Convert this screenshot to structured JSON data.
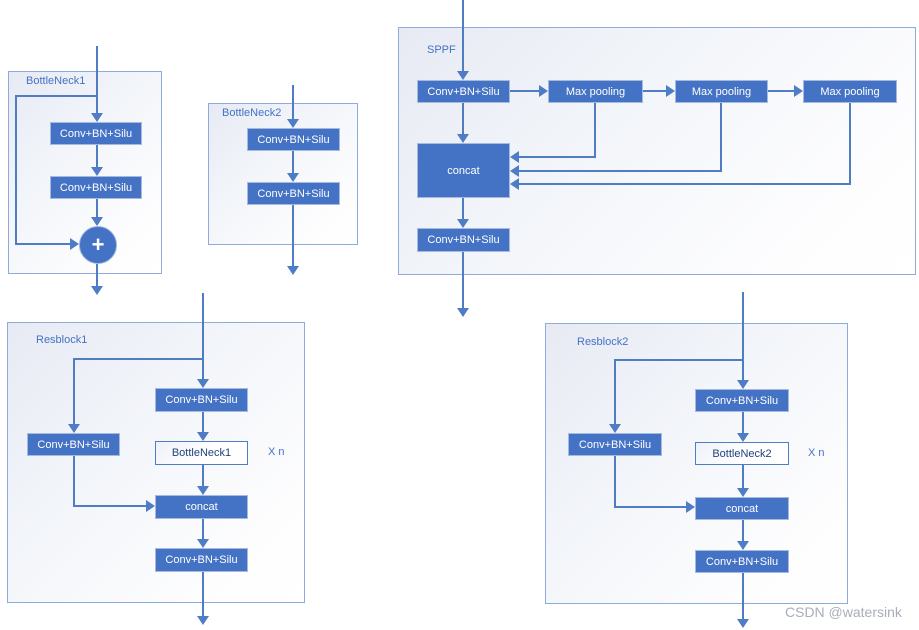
{
  "palette": {
    "node_fill": "#4472C4",
    "node_border": "#A7B9DC",
    "connector": "#4E7CC5",
    "container_border": "#8FAADC",
    "container_fill_start": "#E7EAF3",
    "container_fill_end": "#FDFDFE",
    "label_text": "#4472C4",
    "inner_box_text": "#24427C",
    "watermark_text": "#A8AEB8"
  },
  "blocks": {
    "bottleneck1": {
      "title": "BottleNeck1",
      "conv1": "Conv+BN+Silu",
      "conv2": "Conv+BN+Silu",
      "add": "+"
    },
    "bottleneck2": {
      "title": "BottleNeck2",
      "conv1": "Conv+BN+Silu",
      "conv2": "Conv+BN+Silu"
    },
    "sppf": {
      "title": "SPPF",
      "conv_in": "Conv+BN+Silu",
      "maxpool1": "Max pooling",
      "maxpool2": "Max pooling",
      "maxpool3": "Max pooling",
      "concat": "concat",
      "conv_out": "Conv+BN+Silu"
    },
    "resblock1": {
      "title": "Resblock1",
      "conv_top": "Conv+BN+Silu",
      "branch_conv": "Conv+BN+Silu",
      "inner": "BottleNeck1",
      "repeat": "X n",
      "concat": "concat",
      "conv_out": "Conv+BN+Silu"
    },
    "resblock2": {
      "title": "Resblock2",
      "conv_top": "Conv+BN+Silu",
      "branch_conv": "Conv+BN+Silu",
      "inner": "BottleNeck2",
      "repeat": "X n",
      "concat": "concat",
      "conv_out": "Conv+BN+Silu"
    }
  },
  "watermark": "CSDN @watersink"
}
